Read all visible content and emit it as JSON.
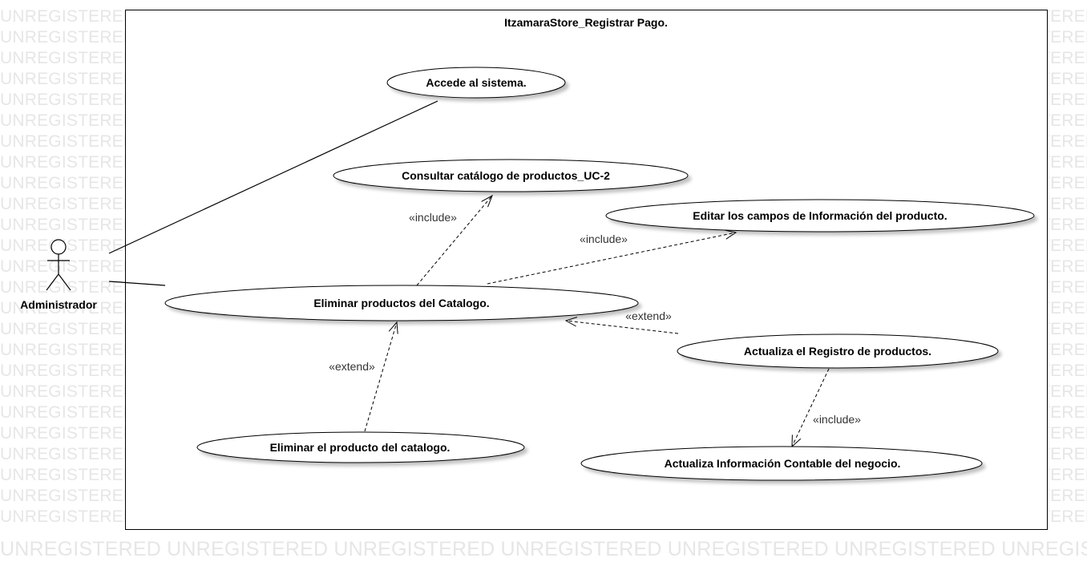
{
  "watermark": "UNREGISTERED",
  "watermark_bottom": "UNREGISTERED UNREGISTERED UNREGISTERED UNREGISTERED UNREGISTERED UNREGISTERED UNREGISTERED",
  "boundary": {
    "title": "ItzamaraStore_Registrar Pago."
  },
  "actor": {
    "name": "Administrador"
  },
  "use_cases": {
    "accede": "Accede al sistema.",
    "consultar": "Consultar catálogo de productos_UC-2",
    "editar": "Editar los campos de Información del producto.",
    "eliminar_productos": "Eliminar productos del Catalogo.",
    "actualiza_registro": "Actualiza el Registro de productos.",
    "eliminar_producto": "Eliminar el producto del catalogo.",
    "actualiza_contable": "Actualiza Información Contable del negocio."
  },
  "relations": {
    "include_consultar": "«include»",
    "include_editar": "«include»",
    "extend_actualiza": "«extend»",
    "extend_eliminar": "«extend»",
    "include_contable": "«include»"
  }
}
